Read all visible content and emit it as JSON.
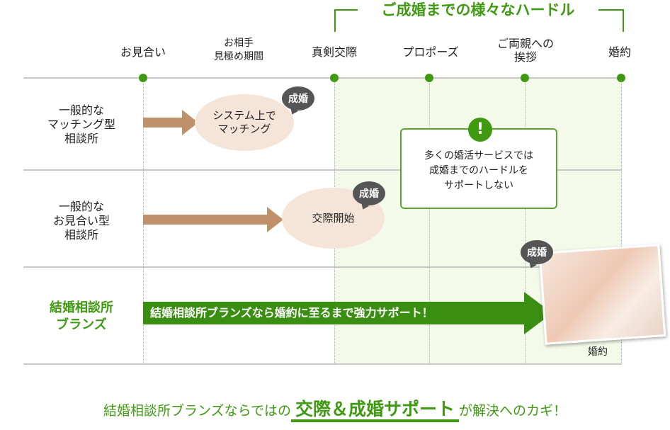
{
  "hurdle_title": "ご成婚までの様々なハードル",
  "columns": [
    {
      "label": "お見合い"
    },
    {
      "label": "お相手\n見極め期間"
    },
    {
      "label": "真剣交際"
    },
    {
      "label": "プロポーズ"
    },
    {
      "label": "ご両親への\n挨拶"
    },
    {
      "label": "婚約"
    }
  ],
  "rows": [
    {
      "label": "一般的な\nマッチング型\n相談所",
      "bubble": "システム上で\nマッチング",
      "badge": "成婚"
    },
    {
      "label": "一般的な\nお見合い型\n相談所",
      "bubble": "交際開始",
      "badge": "成婚"
    },
    {
      "label": "結婚相談所\nブランズ",
      "arrow_text": "結婚相談所ブランズなら婚約に至るまで強力サポート！",
      "badge": "成婚",
      "photo_caption": "婚約"
    }
  ],
  "callout": {
    "icon": "!",
    "text": "多くの婚活サービスでは\n成婚までのハードルを\nサポートしない"
  },
  "footer": {
    "prefix": "結婚相談所ブランズならではの",
    "highlight": "交際＆成婚サポート",
    "suffix": "が解決へのカギ！"
  },
  "colors": {
    "green": "#3f9a12",
    "brown": "#c0906a",
    "light_green": "#f3fae9"
  }
}
